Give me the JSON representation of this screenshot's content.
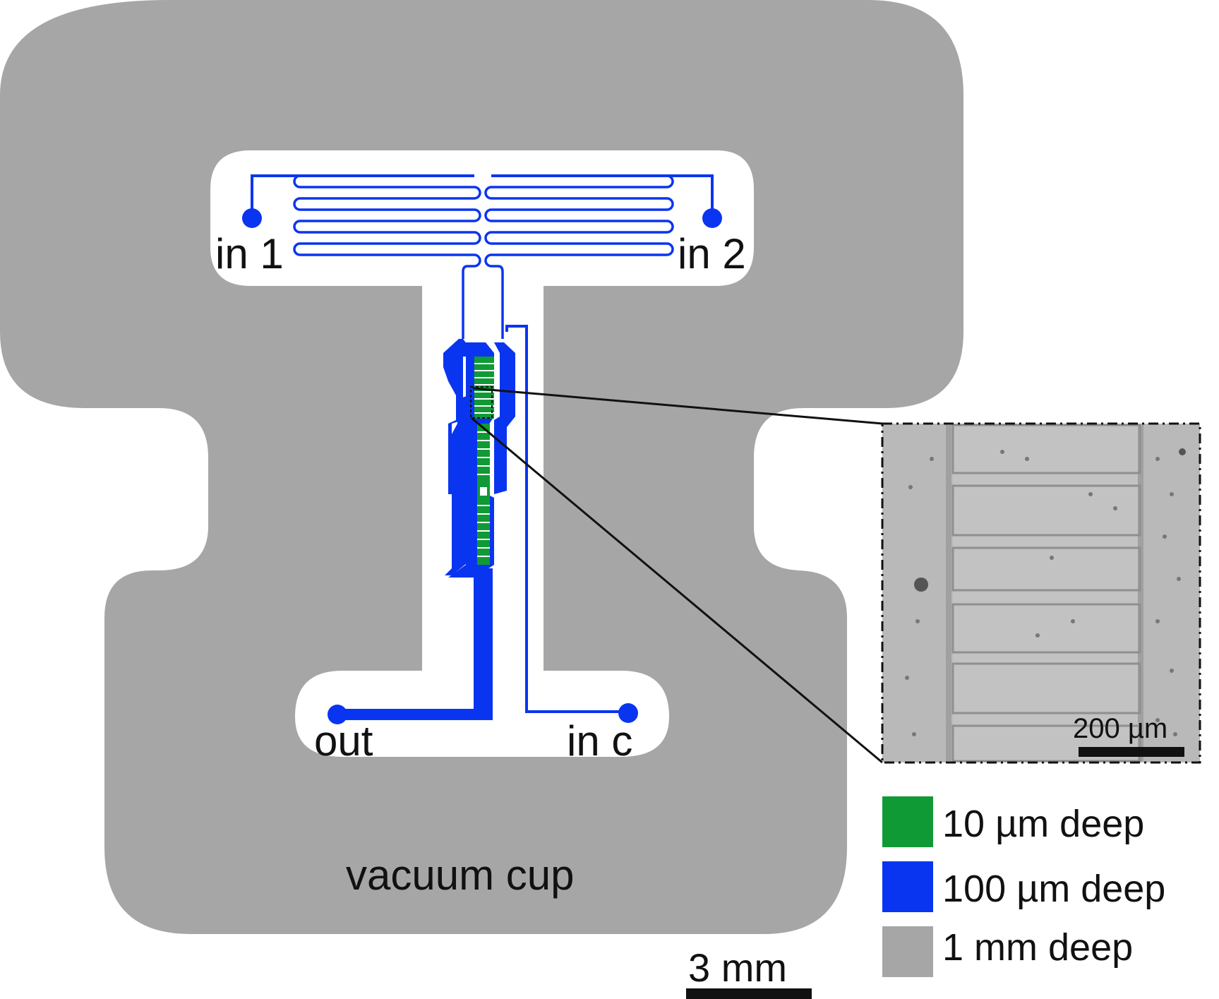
{
  "colors": {
    "shallow_channel": "#0f9a35",
    "channel": "#0a35f0",
    "cup": "#a7a6a7",
    "background": "#ffffff",
    "micrograph": "#b9b9b9"
  },
  "ports": {
    "in1": "in 1",
    "in2": "in 2",
    "out": "out",
    "inc": "in c"
  },
  "cup_label": "vacuum cup",
  "micrograph": {
    "scale_label": "200 µm"
  },
  "legend": [
    {
      "label": "10 µm deep",
      "color": "#0f9a35"
    },
    {
      "label": "100 µm deep",
      "color": "#0a35f0"
    },
    {
      "label": "1 mm deep",
      "color": "#a7a6a7"
    }
  ],
  "scale_bar": {
    "label": "3 mm"
  }
}
